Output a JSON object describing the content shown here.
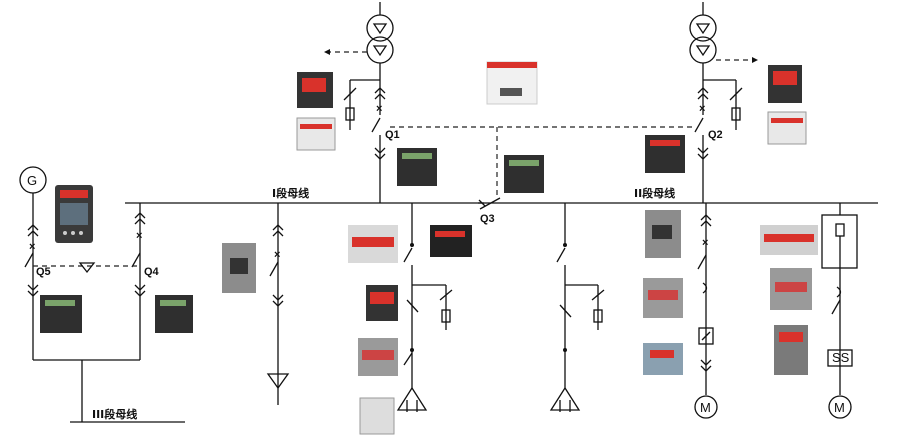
{
  "buses": {
    "bus1": "I段母线",
    "bus2": "II段母线",
    "bus3": "III段母线"
  },
  "breakers": {
    "q1": "Q1",
    "q2": "Q2",
    "q3": "Q3",
    "q4": "Q4",
    "q5": "Q5"
  },
  "symbols": {
    "generator": "G",
    "motor_a": "M",
    "motor_b": "M",
    "soft_starter": "SS"
  },
  "colors": {
    "line": "#111111",
    "device_red": "#d9322b",
    "device_dark": "#333333",
    "device_gray": "#bfbfbf"
  },
  "icons": [
    "transformer-icon",
    "generator-icon",
    "motor-icon",
    "capacitor-icon",
    "fuse-icon",
    "surge-arrester-icon",
    "circuit-breaker-photo",
    "contactor-photo",
    "relay-photo",
    "soft-starter-photo"
  ]
}
